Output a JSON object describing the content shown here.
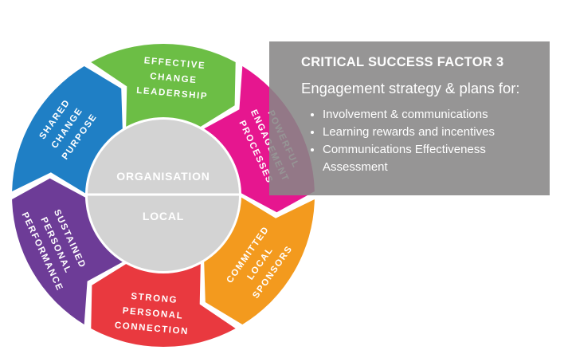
{
  "diagram": {
    "segments": [
      {
        "lines": [
          "EFFECTIVE",
          "CHANGE",
          "LEADERSHIP"
        ],
        "color": "#6cbe45"
      },
      {
        "lines": [
          "POWERFUL",
          "ENGAGEMENT",
          "PROCESSES"
        ],
        "color": "#e6168f"
      },
      {
        "lines": [
          "COMMITTED",
          "LOCAL",
          "SPONSORS"
        ],
        "color": "#f39a1e"
      },
      {
        "lines": [
          "STRONG",
          "PERSONAL",
          "CONNECTION"
        ],
        "color": "#e9393f"
      },
      {
        "lines": [
          "SUSTAINED",
          "PERSONAL",
          "PERFORMANCE"
        ],
        "color": "#6d3c97"
      },
      {
        "lines": [
          "SHARED",
          "CHANGE",
          "PURPOSE"
        ],
        "color": "#1f7fc5"
      }
    ],
    "hub_top": "ORGANISATION",
    "hub_bottom": "LOCAL",
    "hub_color": "#d3d3d3"
  },
  "panel": {
    "title": "CRITICAL SUCCESS FACTOR 3",
    "subtitle": "Engagement strategy & plans for:",
    "items": [
      "Involvement & communications",
      "Learning rewards and incentives",
      "Communications Effectiveness Assessment"
    ]
  }
}
